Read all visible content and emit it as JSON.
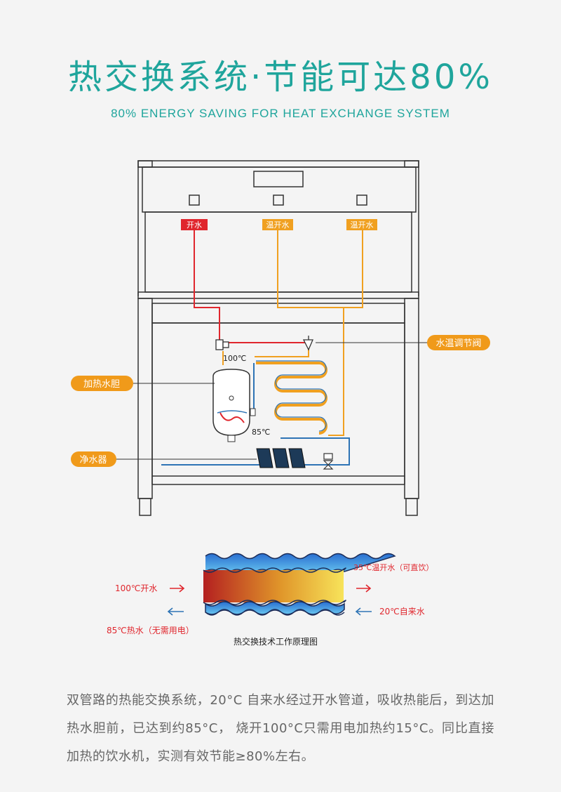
{
  "header": {
    "title": "热交换系统·节能可达80%",
    "subtitle": "80% ENERGY SAVING FOR HEAT EXCHANGE SYSTEM"
  },
  "machine": {
    "tap_labels": [
      "开水",
      "温开水",
      "温开水"
    ],
    "temp_100": "100℃",
    "temp_85": "85℃"
  },
  "callouts": {
    "valve": "水温调节阀",
    "heater": "加热水胆",
    "purifier": "净水器"
  },
  "principle": {
    "left_top": "100℃开水",
    "right_top": "35℃温开水（可直饮）",
    "right_bottom": "20℃自来水",
    "left_bottom": "85℃热水（无需用电）",
    "caption": "热交换技术工作原理图"
  },
  "description": "双管路的热能交换系统，20°C 自来水经过开水管道，吸收热能后，到达加热水胆前，已达到约85°C， 烧开100°C只需用电加热约15°C。同比直接加热的饮水机，实测有效节能≥80%左右。",
  "colors": {
    "accent": "#1fa59c",
    "hot": "#e0262d",
    "warm": "#f0a020",
    "cold": "#2e74b5",
    "callout": "#f09a1a"
  }
}
